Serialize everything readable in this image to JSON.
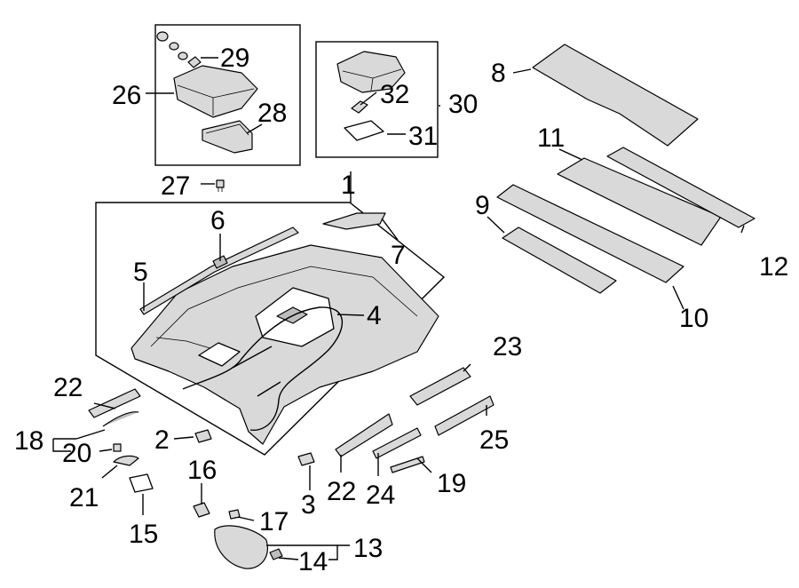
{
  "callouts": {
    "c1": "1",
    "c2": "2",
    "c3": "3",
    "c4": "4",
    "c5": "5",
    "c6": "6",
    "c7": "7",
    "c8": "8",
    "c9": "9",
    "c10": "10",
    "c11": "11",
    "c12": "12",
    "c13": "13",
    "c14": "14",
    "c15": "15",
    "c16": "16",
    "c17": "17",
    "c18": "18",
    "c19": "19",
    "c20": "20",
    "c21": "21",
    "c22a": "22",
    "c22b": "22",
    "c23": "23",
    "c24": "24",
    "c25": "25",
    "c26": "26",
    "c27": "27",
    "c28": "28",
    "c29": "29",
    "c30": "30",
    "c31": "31",
    "c32": "32"
  },
  "colors": {
    "ink": "#000000",
    "part_fill": "#d9d9d9",
    "background": "#ffffff"
  }
}
